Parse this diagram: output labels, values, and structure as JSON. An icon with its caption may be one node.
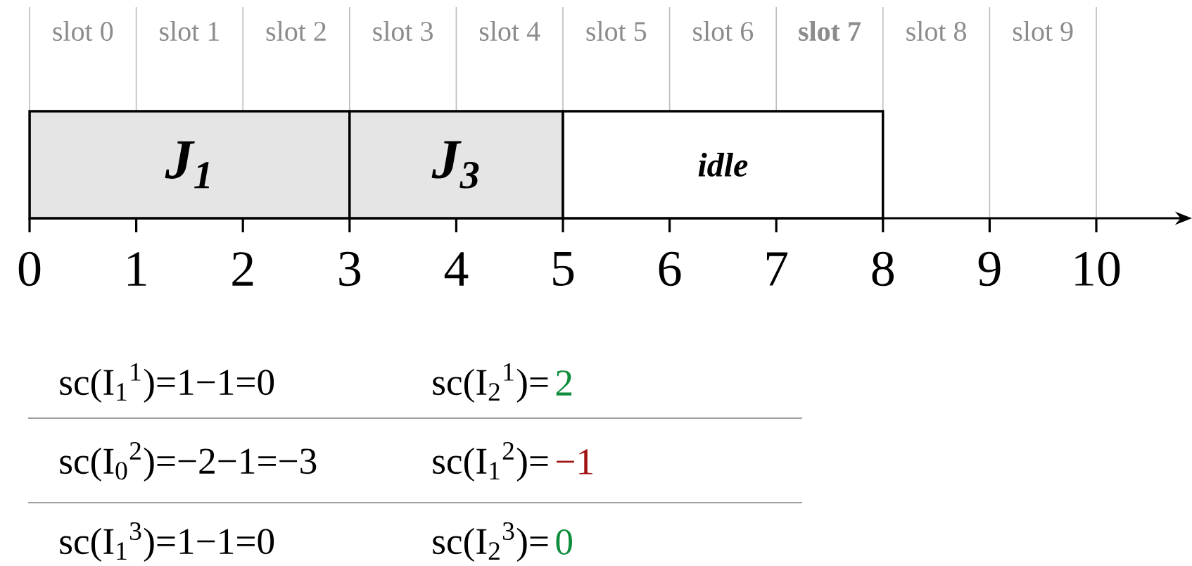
{
  "diagram": {
    "nodes": [
      {
        "text": [
          "J$_{1}$"
        ]
      },
      {
        "text": [
          "J$_{3}$"
        ]
      },
      {
        "text": [
          "idle"
        ]
      }
    ],
    "edges": [],
    "labels": [
      "slot 0",
      "slot 1",
      "slot 2",
      "slot 3",
      "slot 4",
      "slot 5",
      "slot 6",
      "slot 7",
      "slot 8",
      "slot 9",
      "0",
      "1",
      "2",
      "3",
      "4",
      "5",
      "6",
      "7",
      "8",
      "9",
      "10",
      "sc(I$_{1}$$^{1}$)=1−1=0",
      "sc(I$_{2}$$^{1}$)=",
      "2",
      "sc(I$_{0}$$^{2}$)=−2−1=−3",
      "sc(I$_{1}$$^{2}$)=",
      "−1",
      "sc(I$_{1}$$^{3}$)=1−1=0",
      "sc(I$_{2}$$^{3}$)=",
      "0"
    ]
  }
}
